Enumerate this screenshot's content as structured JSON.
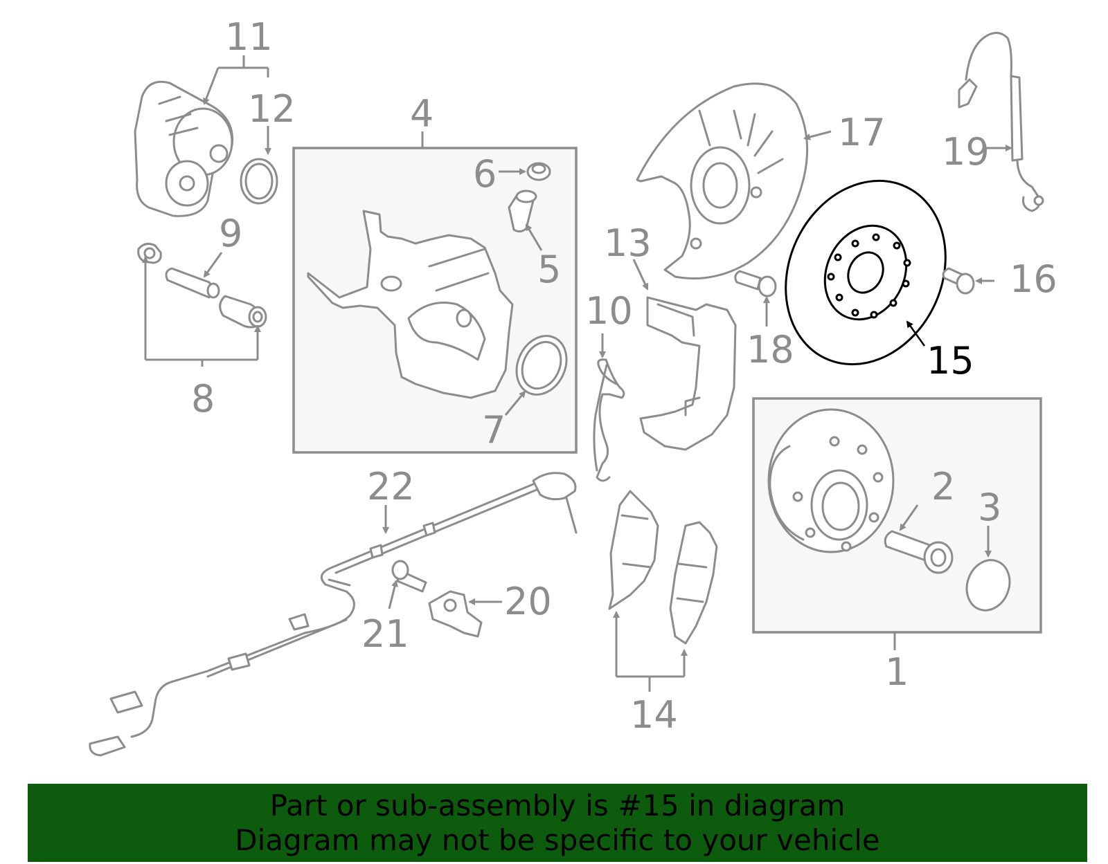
{
  "labels": {
    "n1": "1",
    "n2": "2",
    "n3": "3",
    "n4": "4",
    "n5": "5",
    "n6": "6",
    "n7": "7",
    "n8": "8",
    "n9": "9",
    "n10": "10",
    "n11": "11",
    "n12": "12",
    "n13": "13",
    "n14": "14",
    "n15": "15",
    "n16": "16",
    "n17": "17",
    "n18": "18",
    "n19": "19",
    "n20": "20",
    "n21": "21",
    "n22": "22"
  },
  "highlight": {
    "part": "15",
    "color": "#000000"
  },
  "colors": {
    "parts": "#8c8c8c",
    "banner": "#0d5c0d",
    "banner_text": "#000000"
  },
  "banner": {
    "line1": "Part or sub-assembly is #15 in diagram",
    "line2": "Diagram may not be specific to your vehicle"
  }
}
